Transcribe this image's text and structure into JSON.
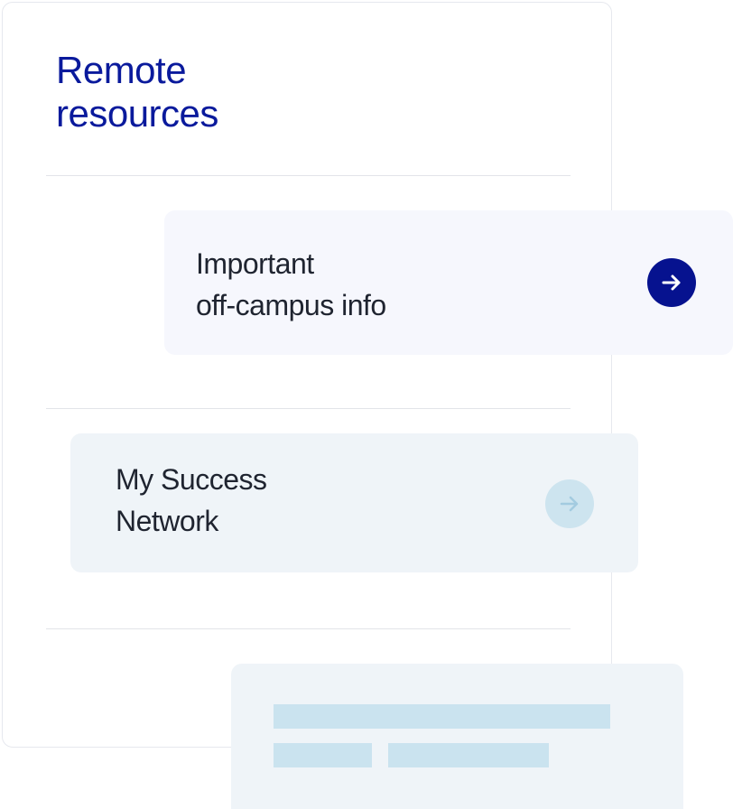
{
  "panel": {
    "title_line1": "Remote",
    "title_line2": "resources"
  },
  "cards": [
    {
      "line1": "Important",
      "line2": "off-campus info",
      "arrow_icon": "arrow-right-icon",
      "arrow_color": "#06128f",
      "state": "active"
    },
    {
      "line1": "My Success",
      "line2": "Network",
      "arrow_icon": "arrow-right-icon",
      "arrow_color": "#cde4ef",
      "state": "muted"
    }
  ],
  "colors": {
    "title": "#0a1a9c",
    "card_active_bg": "#f6f7fd",
    "card_muted_bg": "#eff4f8",
    "skeleton": "#cae3ef"
  }
}
